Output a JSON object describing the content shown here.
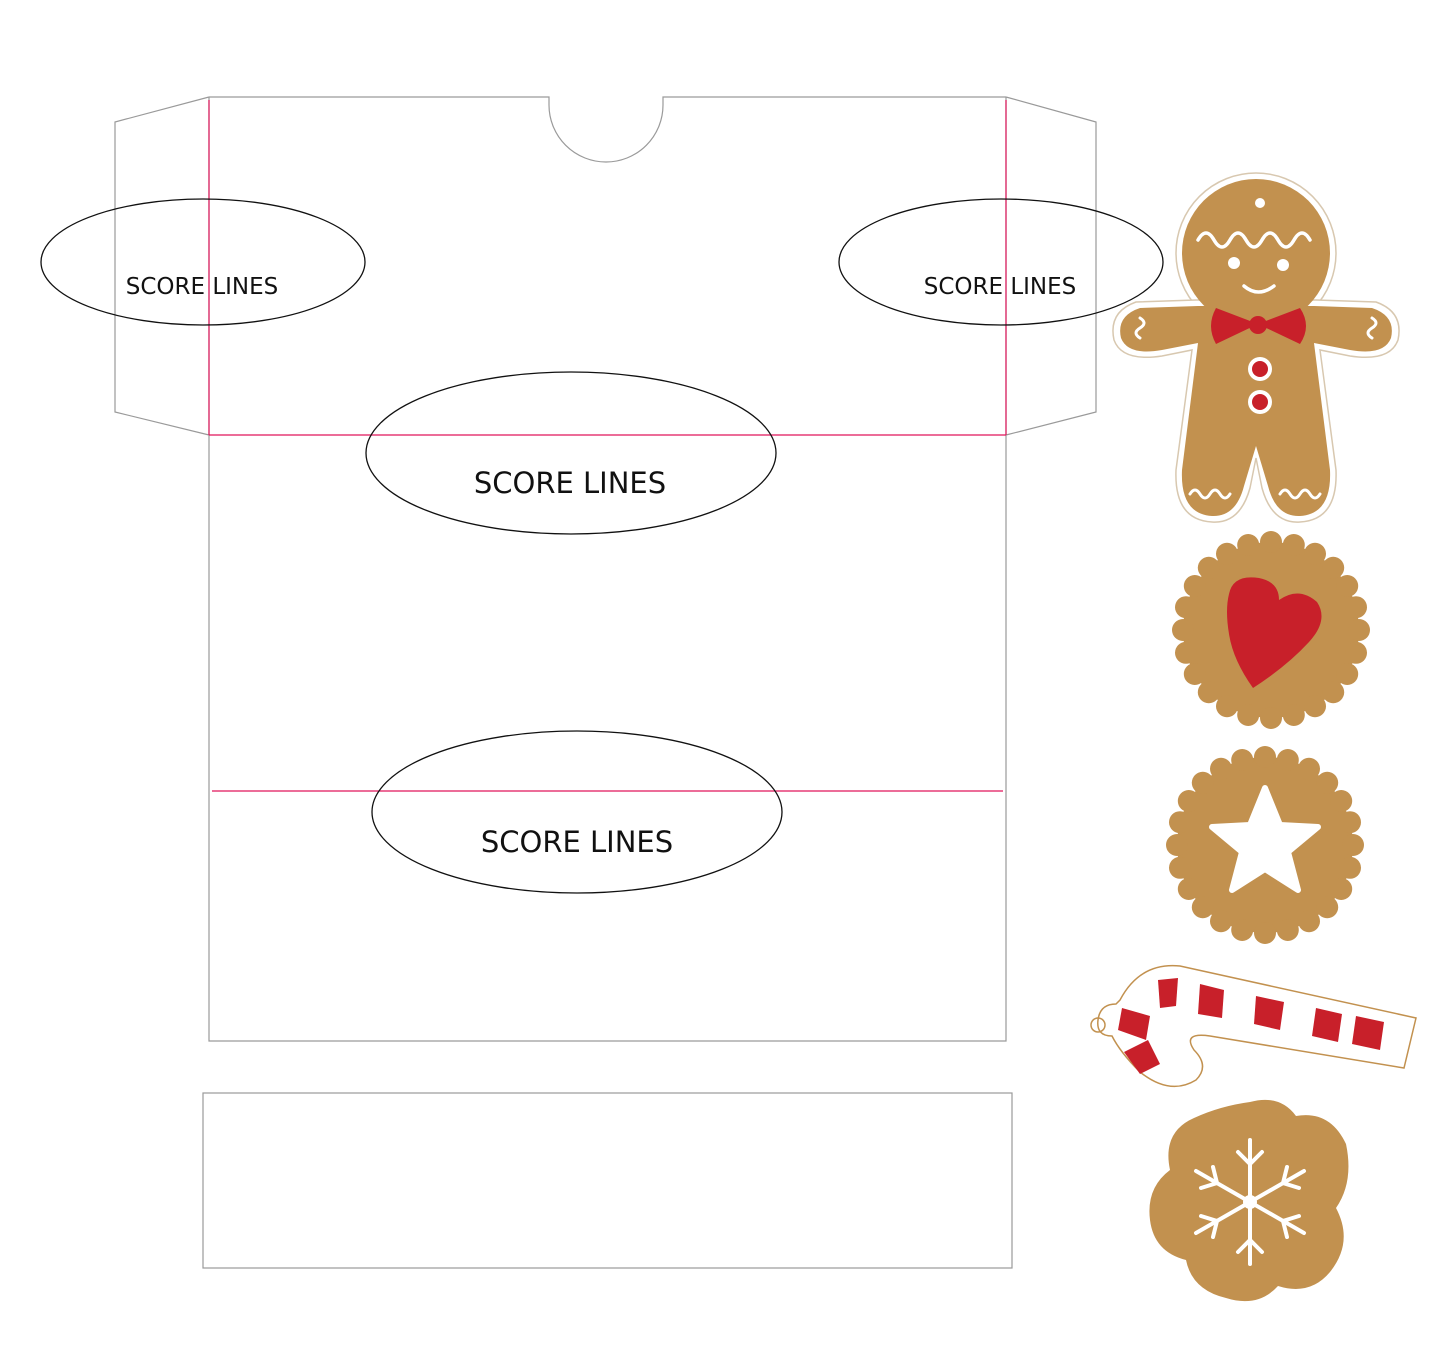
{
  "labels": {
    "score_left": "SCORE LINES",
    "score_right": "SCORE LINES",
    "score_upper": "SCORE LINES",
    "score_lower": "SCORE LINES"
  },
  "colors": {
    "cut_line": "#9a9a9a",
    "score_line": "#e0145a",
    "callout": "#111111",
    "cookie": "#c2914f",
    "accent_red": "#c8202a",
    "icing": "#ffffff"
  },
  "icons": [
    "gingerbread-man-icon",
    "heart-cookie-icon",
    "star-cookie-icon",
    "candy-cane-icon",
    "snowflake-cookie-icon"
  ]
}
